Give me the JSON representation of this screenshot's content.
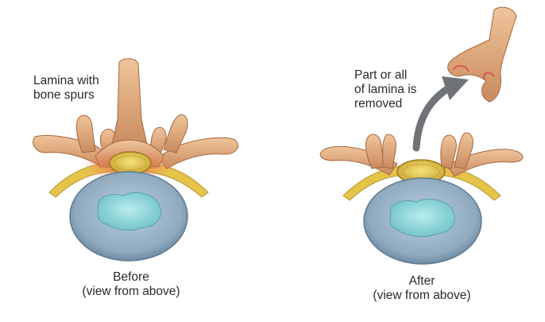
{
  "before": {
    "annotation_line1": "Lamina with",
    "annotation_line2": "bone spurs",
    "caption_line1": "Before",
    "caption_line2": "(view from above)"
  },
  "after": {
    "annotation_line1": "Part or all",
    "annotation_line2": "of lamina is",
    "annotation_line3": "removed",
    "caption_line1": "After",
    "caption_line2": "(view from above)"
  },
  "colors": {
    "bone": "#d9a47a",
    "bone_dark": "#a5683f",
    "disc_outer": "#8fa9be",
    "disc_inner": "#8fd1d6",
    "ligament": "#e7c84a",
    "inflammation": "#e0452a",
    "cord": "#e9cf55",
    "arrow": "#6f7378"
  }
}
